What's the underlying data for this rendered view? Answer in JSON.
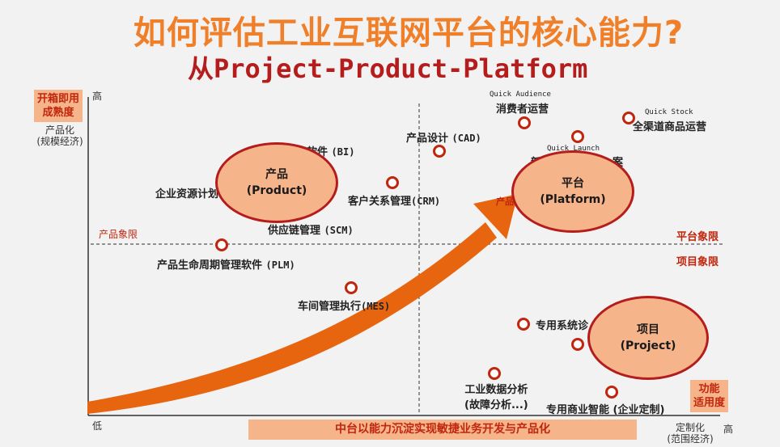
{
  "title": "如何评估工业互联网平台的核心能力?",
  "subtitle": {
    "prefix": "从",
    "rest": "Project-Product-Platform"
  },
  "y_axis": {
    "badge_line1": "开箱即用",
    "badge_line2": "成熟度",
    "caption_line1": "产品化",
    "caption_line2": "(规模经济)",
    "high": "高"
  },
  "x_axis": {
    "low": "低",
    "caption_line1": "定制化",
    "caption_line2": "(范围经济)",
    "high": "高",
    "badge_line1": "功能",
    "badge_line2": "适用度"
  },
  "quadrants": {
    "product": "产品象限",
    "platform": "平台象限",
    "project": "项目象限"
  },
  "bubbles": {
    "product": {
      "name": "产品",
      "en": "(Product)"
    },
    "platform": {
      "name": "平台",
      "en": "(Platform)"
    },
    "project": {
      "name": "项目",
      "en": "(Project)"
    }
  },
  "items": {
    "bi": {
      "cn": "能软件",
      "en": "(BI)"
    },
    "erp": {
      "cn": "企业资源计划"
    },
    "cad": {
      "cn": "产品设计",
      "en": "(CAD)"
    },
    "crm": {
      "cn": "客户关系管理",
      "en": "(CRM)"
    },
    "scm": {
      "cn": "供应链管理",
      "en": "(SCM)"
    },
    "plm": {
      "cn": "产品生命周期管理软件",
      "en": "(PLM)"
    },
    "mes": {
      "cn": "车间管理执行",
      "en": "(MES)"
    },
    "quick_audience": {
      "en": "Quick Audience",
      "cn": "消费者运营"
    },
    "quick_stock": {
      "en": "Quick Stock",
      "cn": "全渠道商品运营"
    },
    "quick_launch": {
      "en": "Quick Launch",
      "cn_a": "新",
      "cn_b": "案"
    },
    "platform_partial": {
      "cn": "产品"
    },
    "diagnosis": {
      "cn": "专用系统诊"
    },
    "data_analysis": {
      "cn_line1": "工业数据分析",
      "cn_line2": "(故障分析...)"
    },
    "bi_custom": {
      "cn": "专用商业智能 (企业定制)"
    }
  },
  "banner": "中台以能力沉淀实现敏捷业务开发与产品化",
  "colors": {
    "accent_orange": "#f07f2a",
    "dark_red": "#b51c1c",
    "bubble_fill": "#f6b48a",
    "arrow": "#e8650f"
  }
}
